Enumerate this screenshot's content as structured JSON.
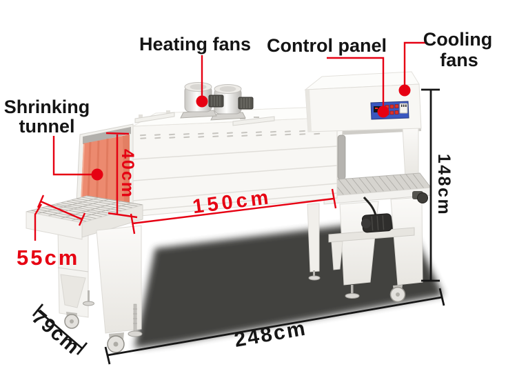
{
  "labels": {
    "heating_fans": "Heating fans",
    "control_panel": "Control panel",
    "cooling_fans_line1": "Cooling",
    "cooling_fans_line2": "fans",
    "shrinking_tunnel_line1": "Shrinking",
    "shrinking_tunnel_line2": "tunnel"
  },
  "dimensions": {
    "tunnel_opening_height": "40cm",
    "tunnel_length": "150cm",
    "infeed_conveyor_width": "55cm",
    "overall_height": "148cm",
    "overall_depth": "79cm",
    "overall_length": "248cm"
  },
  "colors": {
    "annotation_red": "#e60012",
    "annotation_black": "#161616",
    "curtain_orange": "#ec8a6f",
    "control_panel_blue": "#3a57c0",
    "machine_body": "#f8f7f4",
    "ground_shadow": "#3a3a38"
  }
}
